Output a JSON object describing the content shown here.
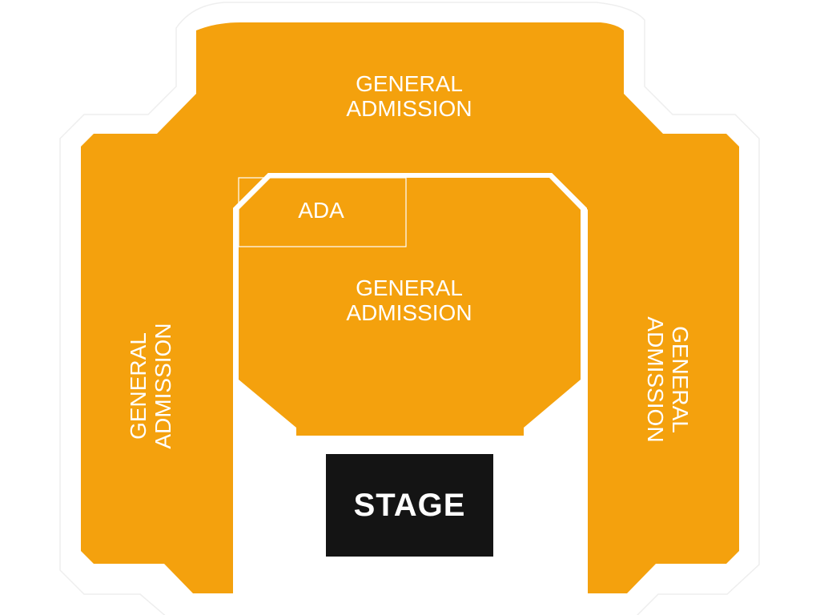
{
  "map": {
    "colors": {
      "section": "#F4A10D",
      "stage": "#141414",
      "outline": "#EDEDED",
      "label": "#FFFFFF"
    },
    "sections": {
      "top_ga": {
        "line1": "GENERAL",
        "line2": "ADMISSION"
      },
      "floor_ga": {
        "line1": "GENERAL",
        "line2": "ADMISSION"
      },
      "ada": {
        "label": "ADA"
      },
      "left_ga": {
        "line1": "GENERAL",
        "line2": "ADMISSION"
      },
      "right_ga": {
        "line1": "GENERAL",
        "line2": "ADMISSION"
      }
    },
    "stage": {
      "label": "STAGE"
    }
  }
}
